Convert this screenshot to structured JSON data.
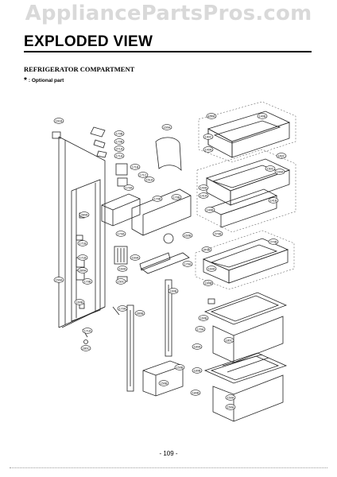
{
  "watermark": "AppliancePartsPros.com",
  "title": "EXPLODED VIEW",
  "section": "REFRIGERATOR COMPARTMENT",
  "note": ": Optional part",
  "note_symbol": "*",
  "page_number": "- 109 -",
  "callouts": [
    "161B",
    "170B",
    "170B",
    "271A",
    "171A",
    "171B",
    "171C",
    "160A",
    "151A",
    "170A",
    "170B",
    "170B",
    "280A",
    "170A",
    "171B",
    "171B",
    "280A",
    "150A",
    "170B",
    "160B",
    "160A",
    "160A",
    "160B",
    "170A",
    "150C",
    "171A",
    "280C",
    "170A",
    "280B",
    "160B",
    "150B",
    "150B",
    "150A",
    "140B",
    "140C",
    "140A",
    "150C",
    "150C",
    "140A",
    "141A",
    "140A",
    "141B",
    "140B",
    "270B",
    "270B",
    "270B",
    "160A",
    "160B",
    "160B",
    "170A",
    "180A",
    "180C",
    "180B",
    "180B",
    "150A",
    "150A"
  ]
}
